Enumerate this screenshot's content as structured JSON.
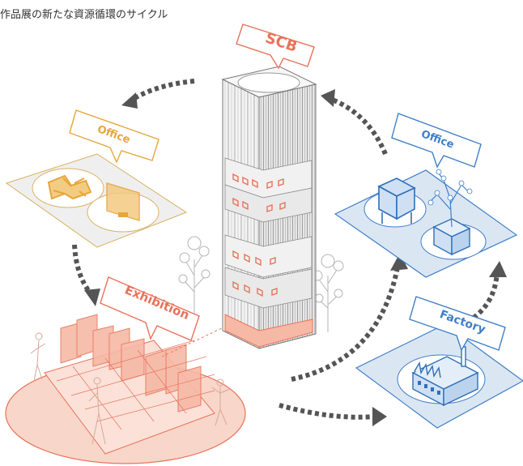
{
  "caption": "作品展の新たな資源循環のサイクル",
  "tags": {
    "scb": "SCB",
    "office_left": "Office",
    "office_right": "Office",
    "exhibition": "Exhibition",
    "factory": "Factory"
  },
  "colors": {
    "orange": "#e8735a",
    "orange_fill": "#f6b9a6",
    "yellow": "#e6a63a",
    "blue": "#3f7fc8",
    "blue_fill": "#dbe6f3",
    "gray_panel": "#efefef",
    "arrow": "#555555"
  },
  "icons": [
    "tower-illustration",
    "paper-scraps-icon",
    "partition-panel-icon",
    "blue-chair-icon",
    "potted-tree-icon",
    "factory-building-icon",
    "exhibition-panels-icon",
    "cycle-arrow-icon"
  ]
}
